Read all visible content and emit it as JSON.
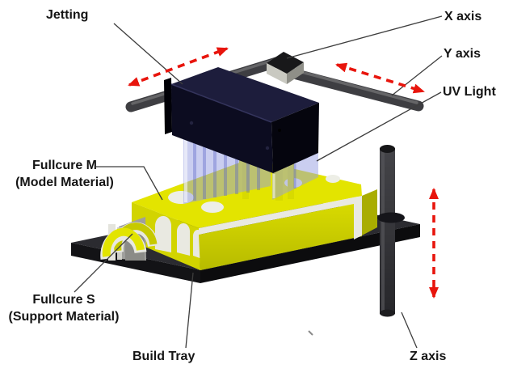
{
  "labels": {
    "jetting": "Jetting",
    "x_axis": "X axis",
    "y_axis": "Y axis",
    "uv_light": "UV Light",
    "fullcure_m": "Fullcure M",
    "fullcure_m_sub": "(Model Material)",
    "fullcure_s": "Fullcure S",
    "fullcure_s_sub": "(Support Material)",
    "build_tray": "Build Tray",
    "z_axis": "Z axis"
  },
  "colors": {
    "arrow_red": "#e8150d",
    "model_material_yellow": "#e3e400",
    "support_material_gray": "#9f9f9c",
    "uv_plate_blue": "#969de2",
    "print_head_navy": "#0c0c20",
    "build_tray_dark": "#232328",
    "leader_line": "#3d3d3d"
  }
}
